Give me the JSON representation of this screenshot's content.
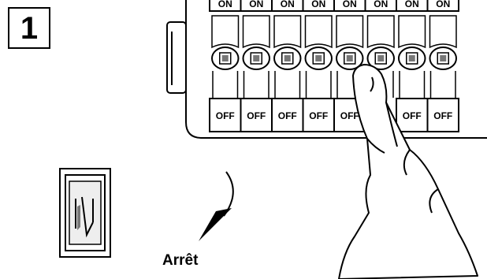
{
  "step": {
    "number": "1"
  },
  "breaker_panel": {
    "upper_labels": [
      "ON",
      "ON",
      "ON",
      "ON",
      "ON",
      "ON",
      "ON",
      "ON"
    ],
    "lower_labels": [
      "OFF",
      "OFF",
      "OFF",
      "OFF",
      "OFF",
      "",
      "OFF",
      "OFF"
    ],
    "switch_count": 8,
    "pressed_switch_index": 4
  },
  "caption": {
    "text": "Arrêt"
  },
  "icons": {
    "step_badge": "step-number-badge",
    "panel": "breaker-panel-icon",
    "hand": "pointing-hand-icon",
    "arrow": "curved-arrow-icon",
    "switch": "rocker-switch-icon"
  },
  "colors": {
    "line": "#000000",
    "background": "#ffffff",
    "shade": "#777777"
  }
}
